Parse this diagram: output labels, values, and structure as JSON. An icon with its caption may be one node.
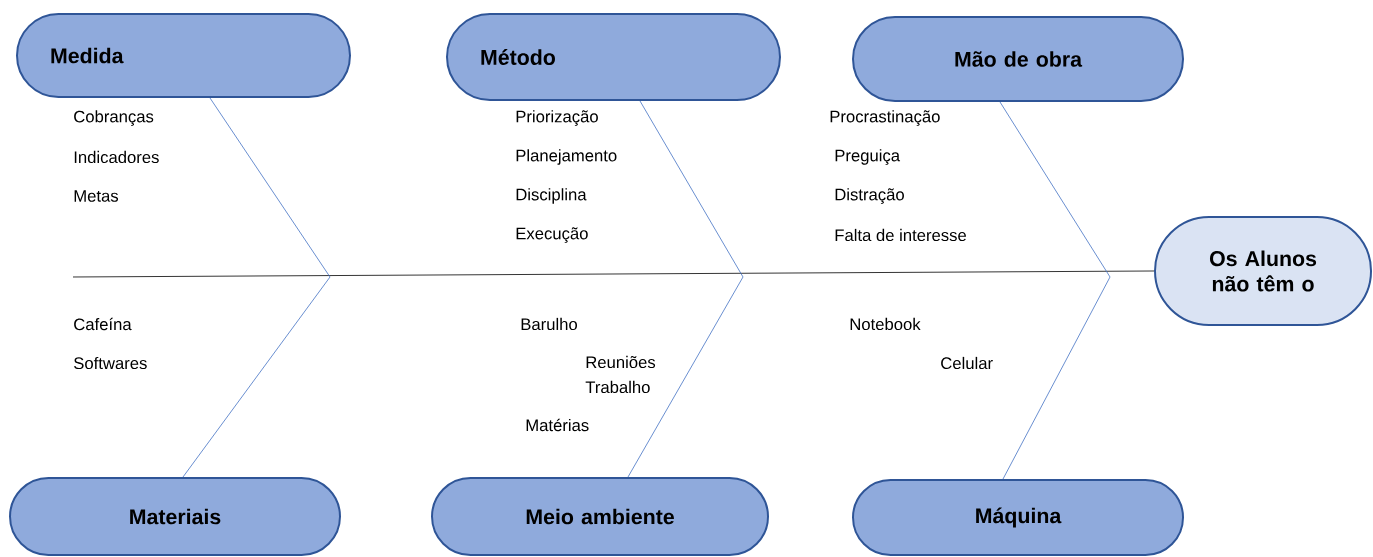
{
  "diagram": {
    "nodes": [
      {
        "text": [
          "Medida"
        ]
      },
      {
        "text": [
          "Método"
        ]
      },
      {
        "text": [
          "Mão de obra"
        ]
      },
      {
        "text": [
          "Os Alunos não têm o"
        ]
      },
      {
        "text": [
          "Materiais"
        ]
      },
      {
        "text": [
          "Meio ambiente"
        ]
      },
      {
        "text": [
          "Máquina"
        ]
      }
    ],
    "edges": [
      {
        "from": null,
        "to": 3,
        "arrow": "none",
        "color": "#000000"
      },
      {
        "from": 0,
        "to": null,
        "arrow": "none"
      },
      {
        "from": 1,
        "to": null,
        "arrow": "none"
      },
      {
        "from": 2,
        "to": null,
        "arrow": "none"
      },
      {
        "from": 4,
        "to": null,
        "arrow": "none"
      },
      {
        "from": 5,
        "to": null,
        "arrow": "none"
      },
      {
        "from": 6,
        "to": null,
        "arrow": "none"
      }
    ],
    "labels": [
      "Cobranças",
      "Indicadores",
      "Metas",
      "Priorização",
      "Planejamento",
      "Disciplina",
      "Execução",
      "Procrastinação",
      "Preguiça",
      "Distração",
      "Falta de interesse",
      "Cafeína",
      "Softwares",
      "Barulho",
      "Reuniões",
      "Trabalho",
      "Matérias",
      "Notebook",
      "Celular"
    ]
  }
}
